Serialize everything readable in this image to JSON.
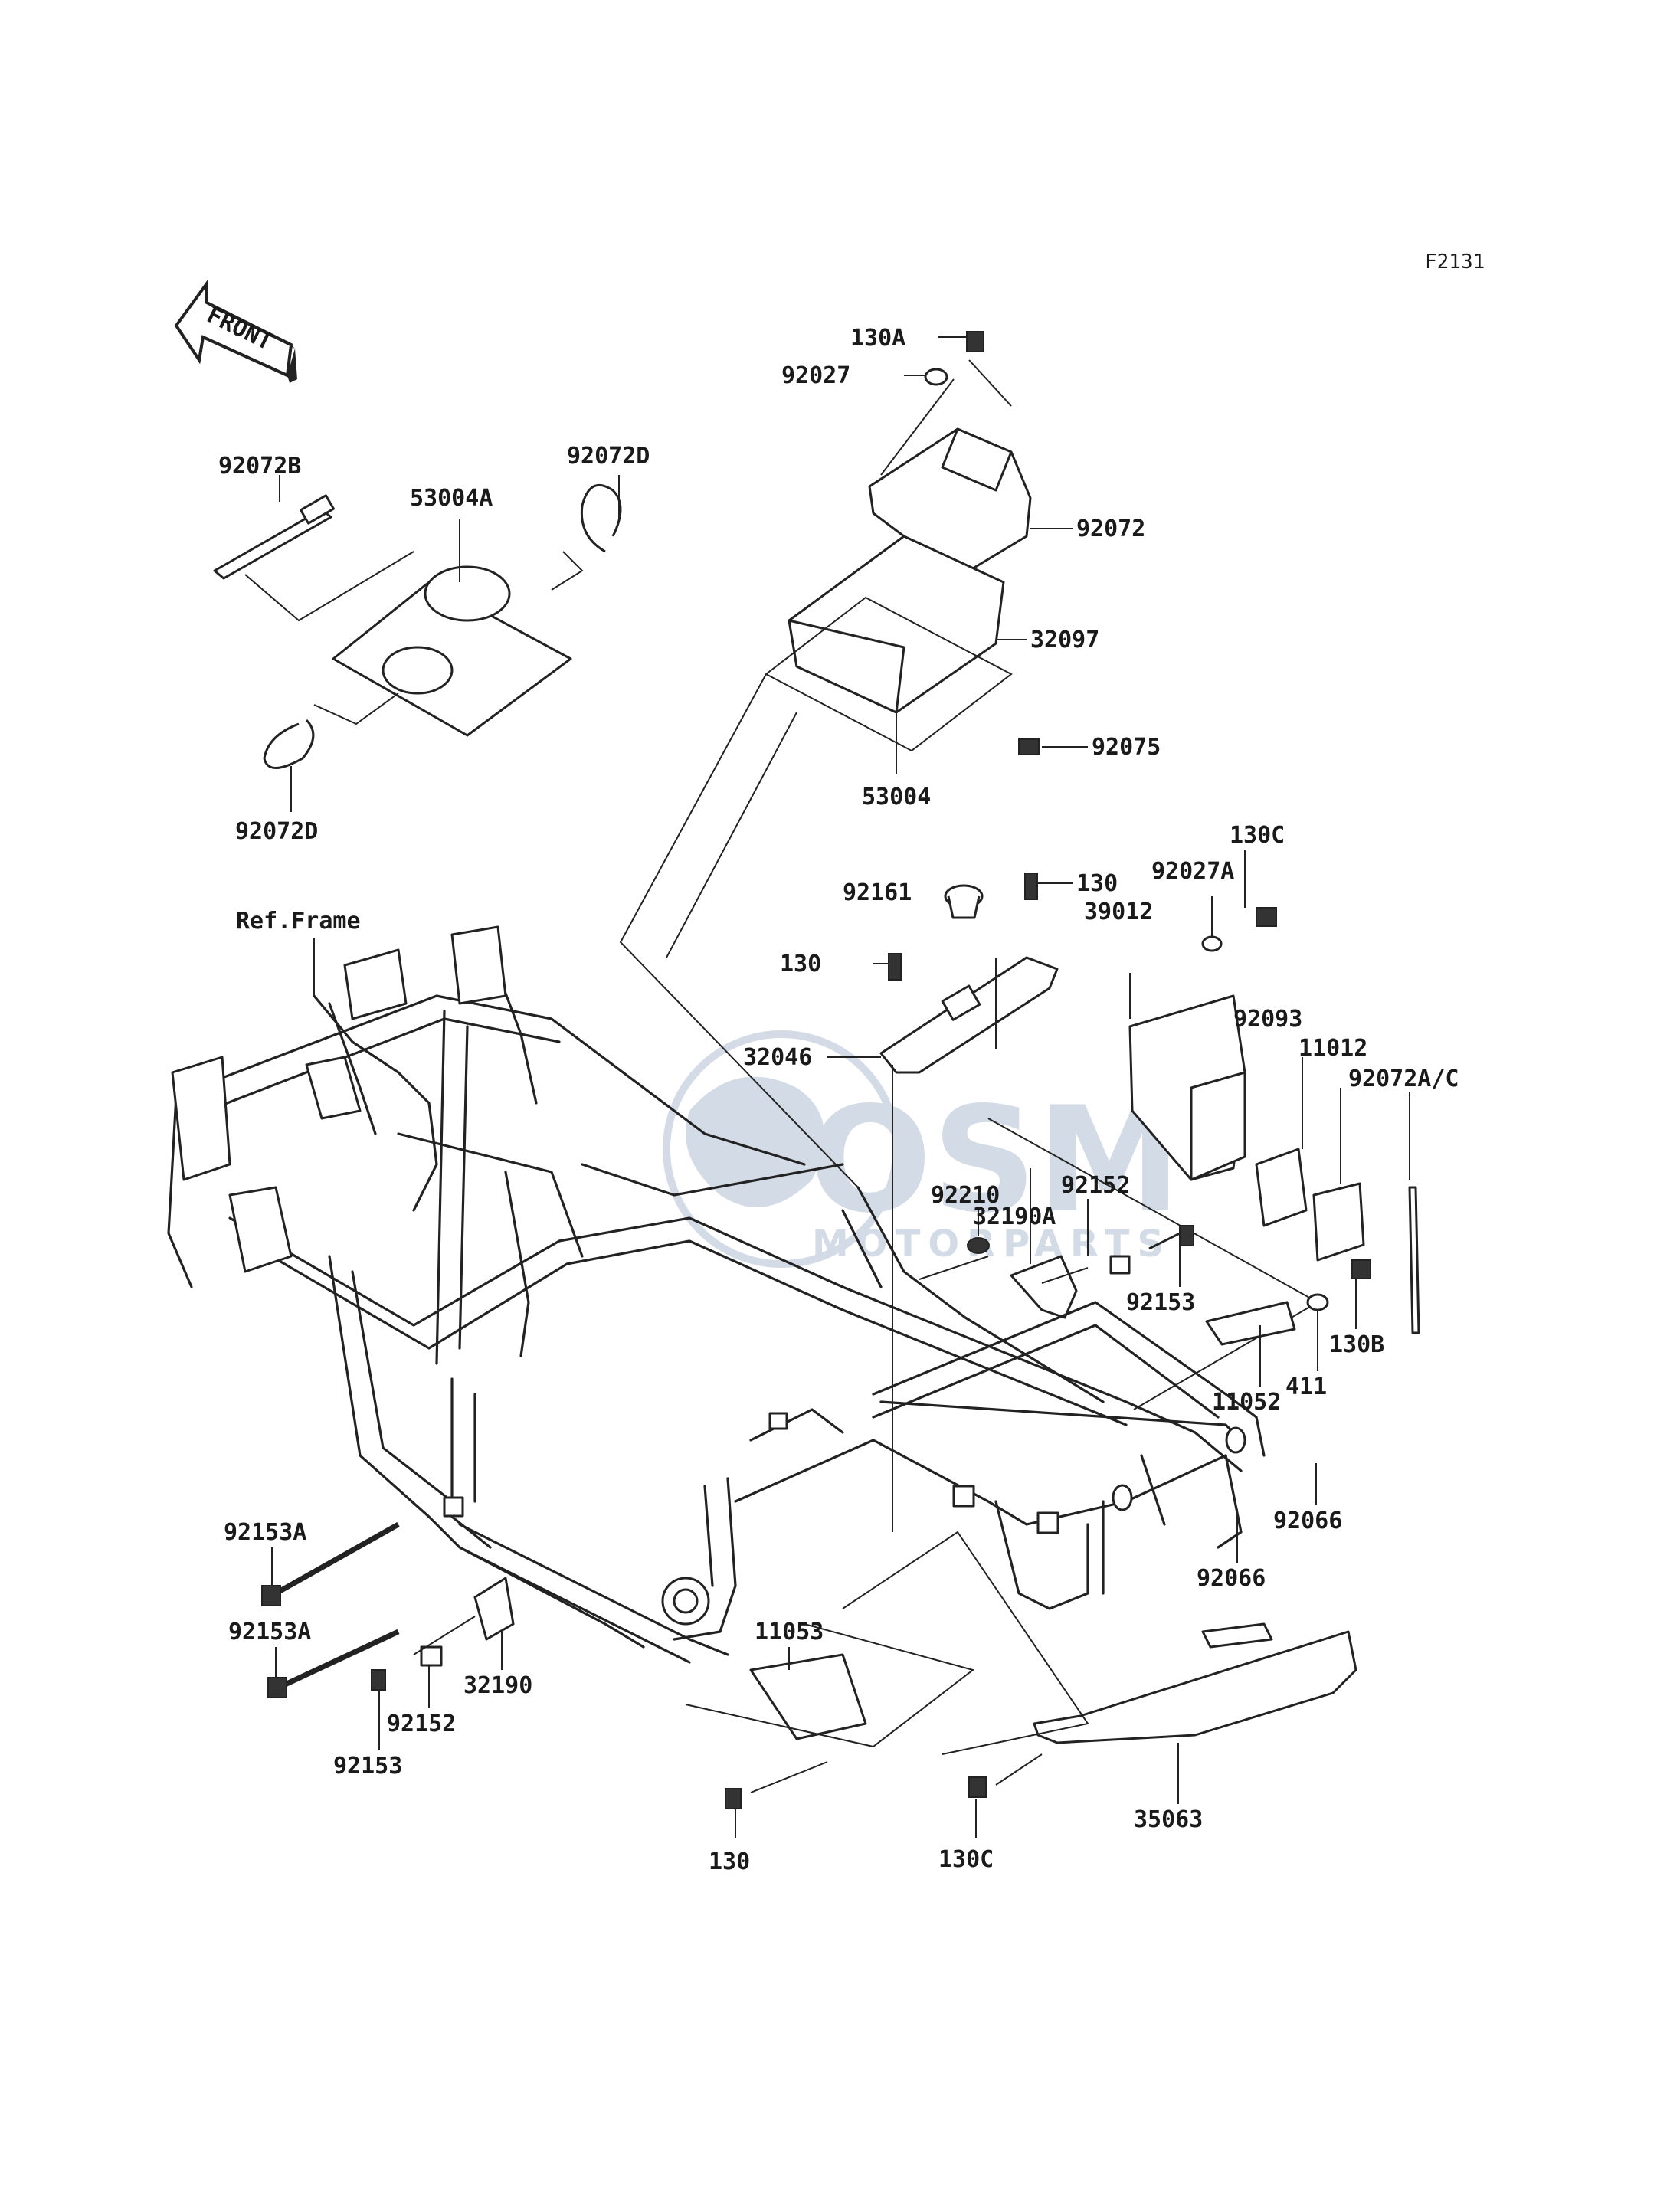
{
  "diagram_code": "F2131",
  "front_arrow_text": "FRONT",
  "ref_frame_label": "Ref.Frame",
  "watermark": {
    "main": "OSM",
    "sub": "MOTORPARTS",
    "color": "#9fb0c8"
  },
  "part_labels": {
    "p92072B": "92072B",
    "p53004A": "53004A",
    "p92072D_top": "92072D",
    "p92072D_bottom": "92072D",
    "p130A": "130A",
    "p92027": "92027",
    "p92072": "92072",
    "p32097": "32097",
    "p92075": "92075",
    "p53004": "53004",
    "p130C_top": "130C",
    "p92027A": "92027A",
    "p39012": "39012",
    "p92161": "92161",
    "p130_top": "130",
    "p130_mid": "130",
    "p32046": "32046",
    "p92093": "92093",
    "p11012": "11012",
    "p92072AC": "92072A/C",
    "p92210": "92210",
    "p32190A": "32190A",
    "p92152_right": "92152",
    "p92153_right": "92153",
    "p130B": "130B",
    "p411": "411",
    "p11052": "11052",
    "p92066_a": "92066",
    "p92066_b": "92066",
    "p92153A_a": "92153A",
    "p92153A_b": "92153A",
    "p32190": "32190",
    "p92152_left": "92152",
    "p92153_left": "92153",
    "p11053": "11053",
    "p130_bottom": "130",
    "p130C_bottom": "130C",
    "p35063": "35063"
  }
}
